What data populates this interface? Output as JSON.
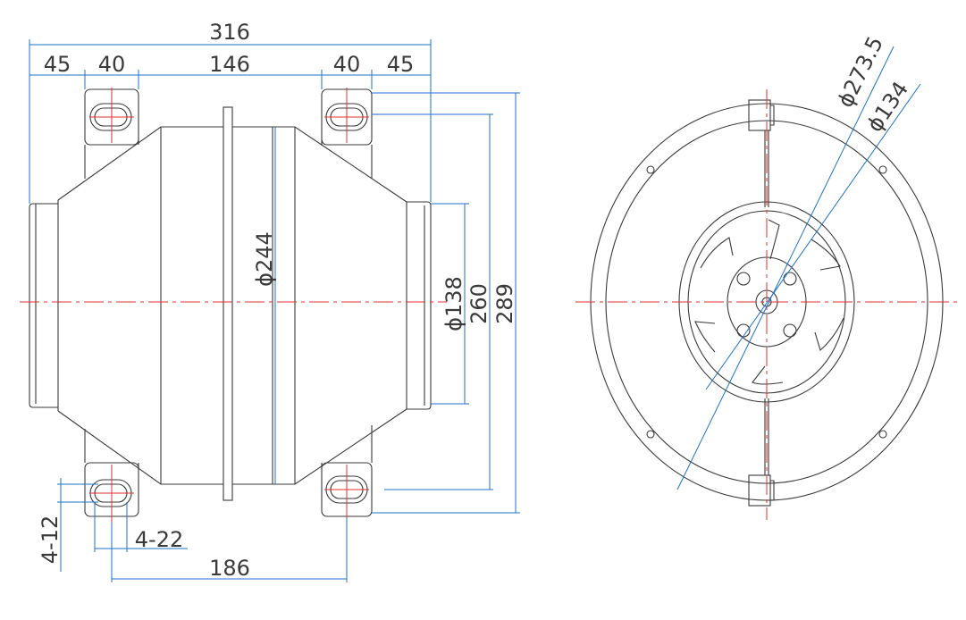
{
  "drawing": {
    "side_view": {
      "overall_width_label": "316",
      "segment_labels": [
        "45",
        "40",
        "146",
        "40",
        "45"
      ],
      "diameter_244_label": "ϕ244",
      "diameter_138_label": "ϕ138",
      "height_260_label": "260",
      "height_289_label": "289",
      "hole_count_small_label": "4-12",
      "hole_count_slot_label": "4-22",
      "hole_spacing_label": "186"
    },
    "front_view": {
      "diameter_outer_label": "ϕ273.5",
      "diameter_inner_label": "ϕ134"
    },
    "colors": {
      "outline": "#3a3a3a",
      "dimension": "#1f73c8",
      "centerline": "#e0322f"
    }
  }
}
